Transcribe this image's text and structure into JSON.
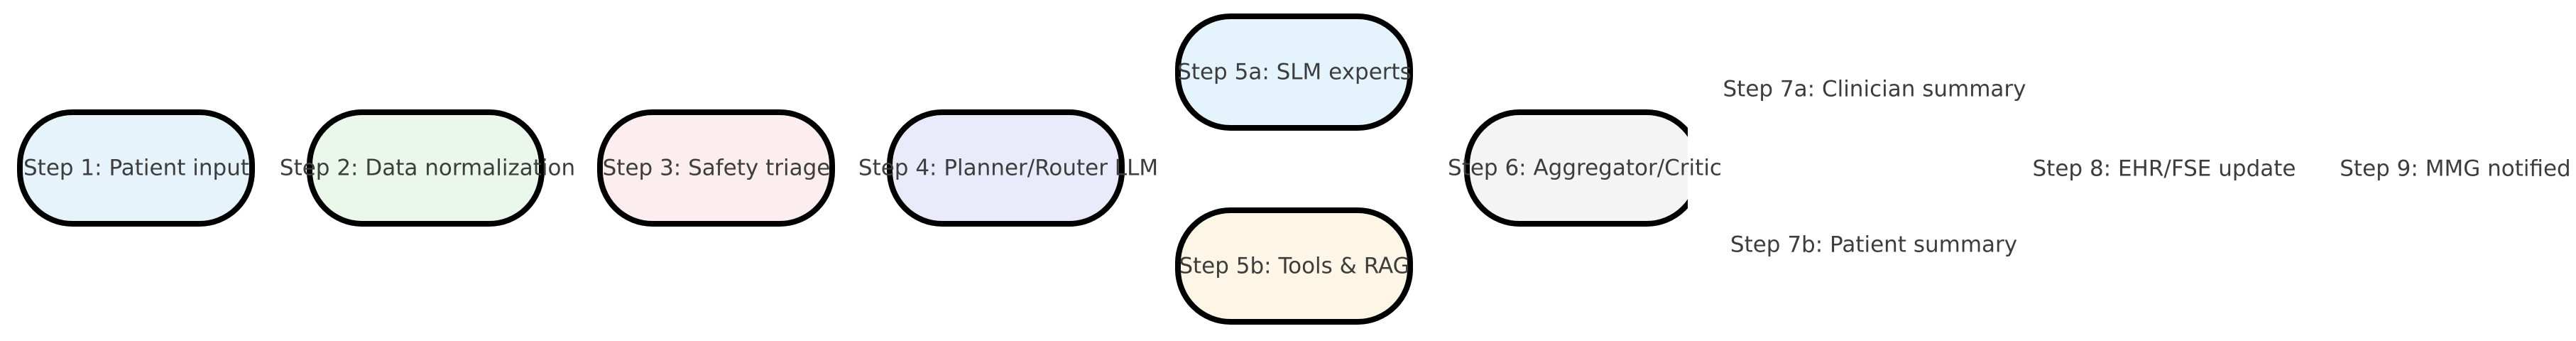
{
  "diagram": {
    "description": "Clinical multi-agent pipeline flow diagram, nine steps, no connector arrows visible",
    "background_color": "#ffffff",
    "node_border_color": "#000000",
    "text_color": "#3d3d3d",
    "nodes": [
      {
        "id": "step1",
        "label": "Step 1: Patient input",
        "shape": "stadium",
        "fill": "#e6f3fb"
      },
      {
        "id": "step2",
        "label": "Step 2: Data normalization",
        "shape": "stadium",
        "fill": "#eaf7ea"
      },
      {
        "id": "step3",
        "label": "Step 3: Safety triage",
        "shape": "stadium",
        "fill": "#fcedee"
      },
      {
        "id": "step4",
        "label": "Step 4: Planner/Router LLM",
        "shape": "stadium",
        "fill": "#e9eafa"
      },
      {
        "id": "step5a",
        "label": "Step 5a: SLM experts",
        "shape": "stadium",
        "fill": "#e4f3fc"
      },
      {
        "id": "step5b",
        "label": "Step 5b: Tools & RAG",
        "shape": "stadium",
        "fill": "#fdf5e6"
      },
      {
        "id": "step6",
        "label": "Step 6: Aggregator/Critic",
        "shape": "stadium-clipped-right",
        "fill": "#f4f4f4"
      },
      {
        "id": "step7a",
        "label": "Step 7a: Clinician summary",
        "shape": "text-only",
        "fill": null
      },
      {
        "id": "step7b",
        "label": "Step 7b: Patient summary",
        "shape": "text-only",
        "fill": null
      },
      {
        "id": "step8",
        "label": "Step 8: EHR/FSE update",
        "shape": "text-only",
        "fill": null
      },
      {
        "id": "step9",
        "label": "Step 9: MMG notified",
        "shape": "text-only",
        "fill": null
      }
    ]
  }
}
